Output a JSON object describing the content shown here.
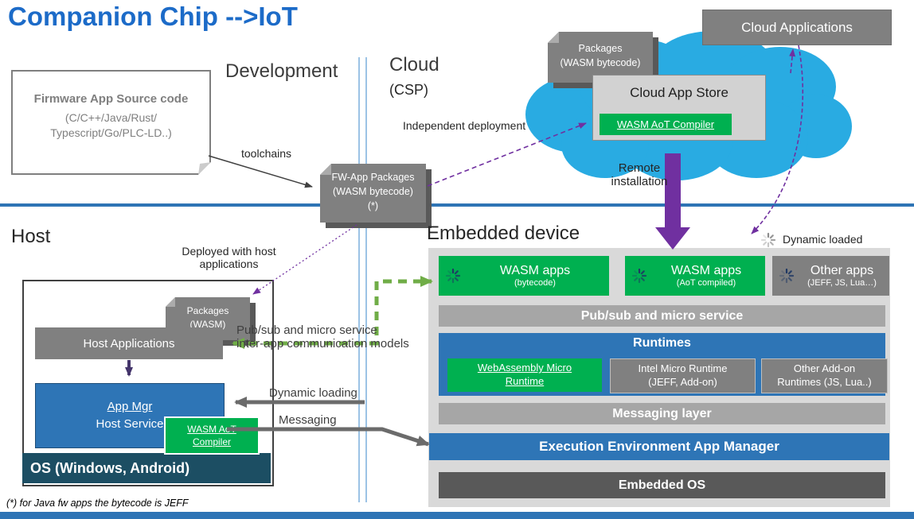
{
  "title": "Companion Chip -->IoT",
  "footnote": "(*) for Java fw apps the bytecode is JEFF",
  "labels": {
    "development": "Development",
    "cloud": "Cloud",
    "csp": "(CSP)",
    "host": "Host",
    "embedded_device": "Embedded device",
    "toolchains": "toolchains",
    "independent_deployment": "Independent deployment",
    "remote_installation": "Remote\ninstallation",
    "deployed_with_host": "Deployed with host\napplications",
    "pubsub_models": "Pub/sub and micro service\ninter-app communication models",
    "dynamic_loading": "Dynamic loading",
    "messaging": "Messaging",
    "dynamic_loaded": "Dynamic loaded"
  },
  "cloud_area": {
    "cloud_applications": "Cloud Applications",
    "cloud_app_store": "Cloud App Store",
    "wasm_aot_compiler": "WASM AoT Compiler",
    "packages_note": "Packages\n(WASM bytecode)"
  },
  "dev_area": {
    "firmware_title": "Firmware App Source code",
    "firmware_langs": "(C/C++/Java/Rust/\nTypescript/Go/PLC-LD..)",
    "fw_packages_note": "FW-App Packages\n(WASM bytecode)\n(*)"
  },
  "host_area": {
    "packages_note": "Packages\n(WASM)",
    "host_applications": "Host Applications",
    "app_mgr_line1": "App Mgr",
    "app_mgr_line2": "Host Service",
    "wasm_aot_compiler": "WASM AoT\nCompiler",
    "os_bar": "OS (Windows, Android)"
  },
  "embedded": {
    "apps": [
      {
        "title": "WASM apps",
        "subtitle": "(bytecode)"
      },
      {
        "title": "WASM apps",
        "subtitle": "(AoT compiled)"
      },
      {
        "title": "Other apps",
        "subtitle": "(JEFF, JS, Lua…)"
      }
    ],
    "pubsub_bar": "Pub/sub and micro service",
    "runtimes_title": "Runtimes",
    "runtime_items": [
      {
        "label": "WebAssembly Micro\nRuntime"
      },
      {
        "label": "Intel Micro Runtime\n(JEFF, Add-on)"
      },
      {
        "label": "Other Add-on\nRuntimes (JS, Lua..)"
      }
    ],
    "messaging_layer": "Messaging layer",
    "exec_env": "Execution Environment App Manager",
    "embedded_os": "Embedded OS"
  },
  "colors": {
    "title_blue": "#1C6BC8",
    "cloud_blue": "#29ABE2",
    "green": "#00B050",
    "box_gray": "#808080",
    "panel_gray": "#D9D9D9",
    "bar_gray": "#A6A6A6",
    "dark_bar": "#595959",
    "blue": "#2E75B6",
    "os_dark": "#1C4E63",
    "purple": "#7030A0",
    "arrow_gray": "#6B6B6B",
    "green_arrow": "#70AD47"
  }
}
